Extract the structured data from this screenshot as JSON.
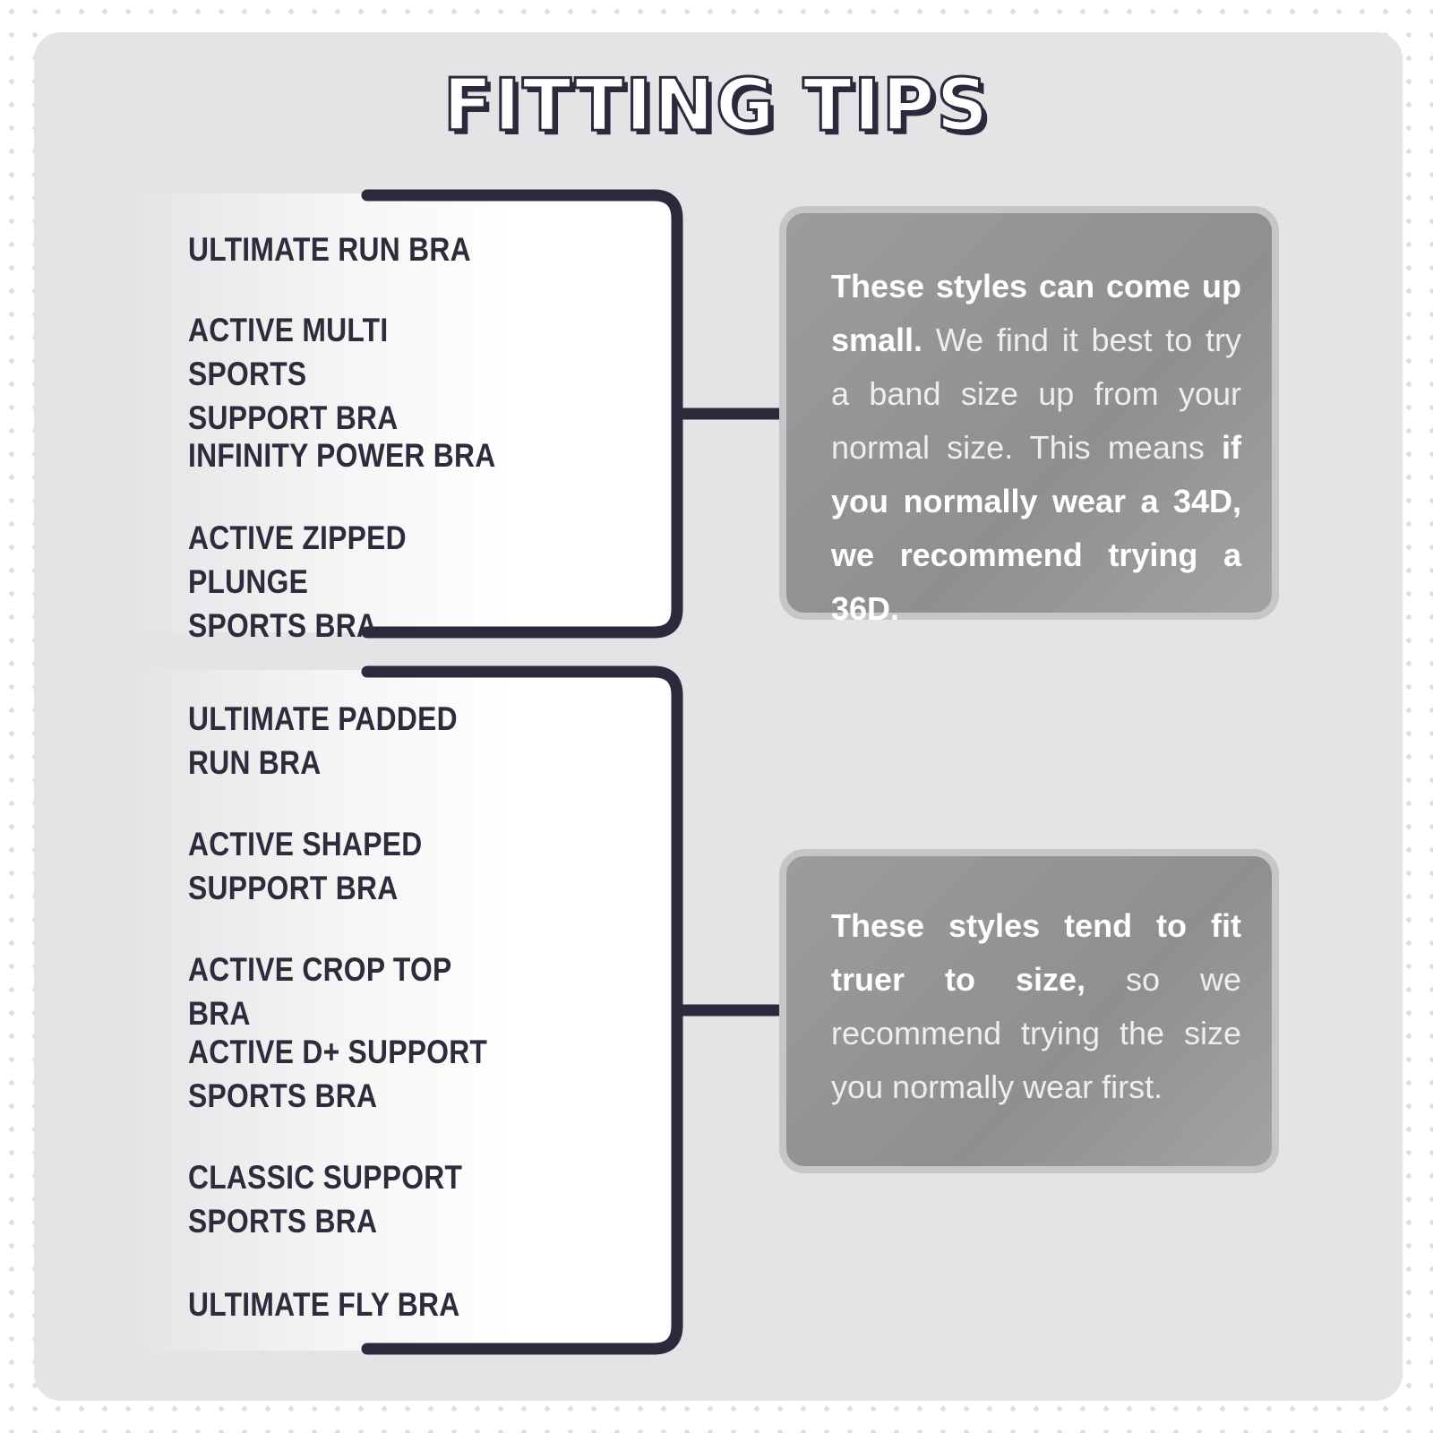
{
  "title": "FITTING TIPS",
  "groups": [
    {
      "items": [
        "ULTIMATE RUN BRA",
        "ACTIVE MULTI SPORTS\nSUPPORT BRA",
        "INFINITY POWER BRA",
        "ACTIVE ZIPPED PLUNGE\nSPORTS BRA"
      ],
      "note": {
        "bold_1": "These styles can come up small.",
        "light_1": " We find it best to try a band size up from your normal size. This means ",
        "bold_2": "if you normally wear a 34D, we recommend trying a 36D."
      }
    },
    {
      "items": [
        "ULTIMATE PADDED\nRUN BRA",
        "ACTIVE SHAPED\nSUPPORT BRA",
        "ACTIVE CROP TOP BRA",
        "ACTIVE D+ SUPPORT\nSPORTS BRA",
        "CLASSIC SUPPORT\nSPORTS BRA",
        "ULTIMATE FLY BRA"
      ],
      "note": {
        "bold_1": "These styles tend to fit truer to size,",
        "light_1": " so we recommend trying the size you normally wear first."
      }
    }
  ],
  "colors": {
    "bracket": "#2b2a3d",
    "card": "#e4e4e6",
    "note_box": "#9a9a9c"
  }
}
